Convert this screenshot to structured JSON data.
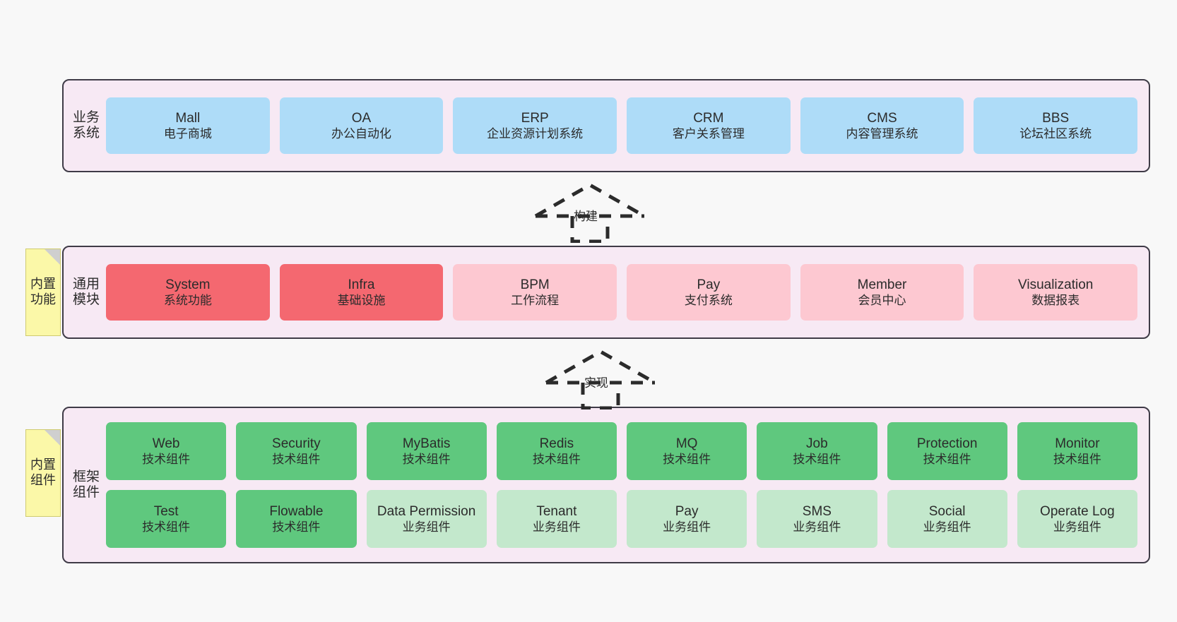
{
  "diagram": {
    "title_visible": false,
    "colors": {
      "container_bg": "#f7e9f4",
      "container_border": "#3f3b47",
      "business_node": "#aedcf8",
      "module_active": "#f46870",
      "module_inactive": "#fdc8d1",
      "component_tech": "#5fc87e",
      "component_biz": "#c3e8cc",
      "sticky_note": "#fbf8a8",
      "page_bg": "#f8f8f8"
    },
    "layers": [
      {
        "id": "business",
        "label": "业务系统",
        "rows": [
          {
            "nodes": [
              {
                "en": "Mall",
                "cn": "电子商城",
                "fill": "blue"
              },
              {
                "en": "OA",
                "cn": "办公自动化",
                "fill": "blue"
              },
              {
                "en": "ERP",
                "cn": "企业资源计划系统",
                "fill": "blue"
              },
              {
                "en": "CRM",
                "cn": "客户关系管理",
                "fill": "blue"
              },
              {
                "en": "CMS",
                "cn": "内容管理系统",
                "fill": "blue"
              },
              {
                "en": "BBS",
                "cn": "论坛社区系统",
                "fill": "blue"
              }
            ]
          }
        ]
      },
      {
        "id": "common",
        "label": "通用模块",
        "sticky": "内置功能",
        "rows": [
          {
            "nodes": [
              {
                "en": "System",
                "cn": "系统功能",
                "fill": "red"
              },
              {
                "en": "Infra",
                "cn": "基础设施",
                "fill": "red"
              },
              {
                "en": "BPM",
                "cn": "工作流程",
                "fill": "pink"
              },
              {
                "en": "Pay",
                "cn": "支付系统",
                "fill": "pink"
              },
              {
                "en": "Member",
                "cn": "会员中心",
                "fill": "pink"
              },
              {
                "en": "Visualization",
                "cn": "数据报表",
                "fill": "pink"
              }
            ]
          }
        ]
      },
      {
        "id": "framework",
        "label": "框架组件",
        "sticky": "内置组件",
        "rows": [
          {
            "nodes": [
              {
                "en": "Web",
                "cn": "技术组件",
                "fill": "green"
              },
              {
                "en": "Security",
                "cn": "技术组件",
                "fill": "green"
              },
              {
                "en": "MyBatis",
                "cn": "技术组件",
                "fill": "green"
              },
              {
                "en": "Redis",
                "cn": "技术组件",
                "fill": "green"
              },
              {
                "en": "MQ",
                "cn": "技术组件",
                "fill": "green"
              },
              {
                "en": "Job",
                "cn": "技术组件",
                "fill": "green"
              },
              {
                "en": "Protection",
                "cn": "技术组件",
                "fill": "green"
              },
              {
                "en": "Monitor",
                "cn": "技术组件",
                "fill": "green"
              }
            ]
          },
          {
            "nodes": [
              {
                "en": "Test",
                "cn": "技术组件",
                "fill": "green"
              },
              {
                "en": "Flowable",
                "cn": "技术组件",
                "fill": "green"
              },
              {
                "en": "Data Permission",
                "cn": "业务组件",
                "fill": "greenlight"
              },
              {
                "en": "Tenant",
                "cn": "业务组件",
                "fill": "greenlight"
              },
              {
                "en": "Pay",
                "cn": "业务组件",
                "fill": "greenlight"
              },
              {
                "en": "SMS",
                "cn": "业务组件",
                "fill": "greenlight"
              },
              {
                "en": "Social",
                "cn": "业务组件",
                "fill": "greenlight"
              },
              {
                "en": "Operate Log",
                "cn": "业务组件",
                "fill": "greenlight"
              }
            ]
          }
        ]
      }
    ],
    "arrows": [
      {
        "id": "build",
        "label": "构建",
        "from": "common",
        "to": "business",
        "style": "dashed-hollow-up"
      },
      {
        "id": "impl",
        "label": "实现",
        "from": "framework",
        "to": "common",
        "style": "dashed-hollow-up"
      }
    ]
  }
}
